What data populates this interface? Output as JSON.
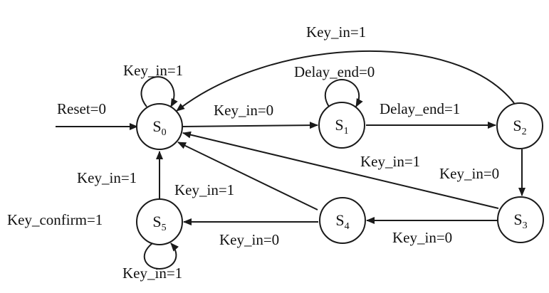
{
  "states": [
    {
      "id": "S0",
      "letter": "S",
      "sub": "0"
    },
    {
      "id": "S1",
      "letter": "S",
      "sub": "1"
    },
    {
      "id": "S2",
      "letter": "S",
      "sub": "2"
    },
    {
      "id": "S3",
      "letter": "S",
      "sub": "3"
    },
    {
      "id": "S4",
      "letter": "S",
      "sub": "4"
    },
    {
      "id": "S5",
      "letter": "S",
      "sub": "5"
    }
  ],
  "transitions": [
    {
      "from": "",
      "to": "S0",
      "label": "Reset=0"
    },
    {
      "from": "S0",
      "to": "S0",
      "label": "Key_in=1"
    },
    {
      "from": "S0",
      "to": "S1",
      "label": "Key_in=0"
    },
    {
      "from": "S1",
      "to": "S1",
      "label": "Delay_end=0"
    },
    {
      "from": "S1",
      "to": "S2",
      "label": "Delay_end=1"
    },
    {
      "from": "S2",
      "to": "S0",
      "label": "Key_in=1"
    },
    {
      "from": "S2",
      "to": "S3",
      "label": "Key_in=0"
    },
    {
      "from": "S3",
      "to": "S0",
      "label": "Key_in=1"
    },
    {
      "from": "S3",
      "to": "S4",
      "label": "Key_in=0"
    },
    {
      "from": "S4",
      "to": "S0",
      "label": "Key_in=1"
    },
    {
      "from": "S4",
      "to": "S5",
      "label": "Key_in=0"
    },
    {
      "from": "S5",
      "to": "S0",
      "label": "Key_in=1"
    },
    {
      "from": "S5",
      "to": "S5",
      "label": "Key_in=1"
    },
    {
      "from": "S5",
      "to": "",
      "label": "Key_confirm=1"
    }
  ]
}
